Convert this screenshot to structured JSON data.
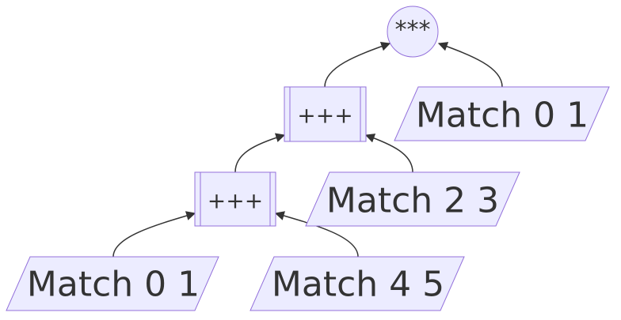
{
  "diagram": {
    "nodes": {
      "root": {
        "label": "***",
        "shape": "circle"
      },
      "concat_upper": {
        "label": "+++",
        "shape": "subroutine"
      },
      "concat_lower": {
        "label": "+++",
        "shape": "subroutine"
      },
      "match_01_top": {
        "label": "Match 0 1",
        "shape": "parallelogram"
      },
      "match_23": {
        "label": "Match 2 3",
        "shape": "parallelogram"
      },
      "match_01_bottom": {
        "label": "Match 0 1",
        "shape": "parallelogram"
      },
      "match_45": {
        "label": "Match 4 5",
        "shape": "parallelogram"
      }
    },
    "edges": [
      {
        "from": "concat_upper",
        "to": "root"
      },
      {
        "from": "match_01_top",
        "to": "root"
      },
      {
        "from": "concat_lower",
        "to": "concat_upper"
      },
      {
        "from": "match_23",
        "to": "concat_upper"
      },
      {
        "from": "match_01_bottom",
        "to": "concat_lower"
      },
      {
        "from": "match_45",
        "to": "concat_lower"
      }
    ],
    "colors": {
      "fill": "#ECECFF",
      "stroke": "#9370DB",
      "edge": "#333333",
      "text": "#333333"
    }
  }
}
